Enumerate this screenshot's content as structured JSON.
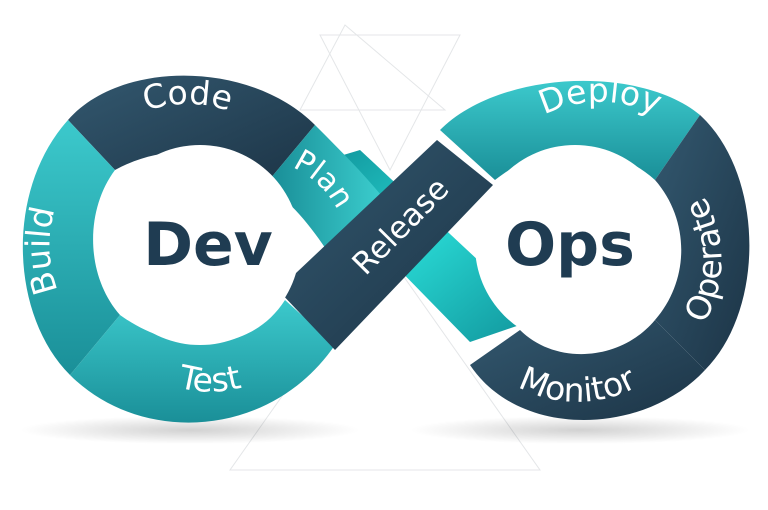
{
  "diagram": {
    "center_left": "Dev",
    "center_right": "Ops",
    "stages": {
      "plan": "Plan",
      "code": "Code",
      "build": "Build",
      "test": "Test",
      "release": "Release",
      "deploy": "Deploy",
      "operate": "Operate",
      "monitor": "Monitor"
    }
  },
  "colors": {
    "teal": "#1fa3aa",
    "teal_light": "#34c8c8",
    "navy": "#2b4a5e",
    "navy_dark": "#1f3a4d",
    "center_text": "#1f3c52",
    "background": "#ffffff"
  },
  "icons": [
    "triangle-watermark-icon"
  ]
}
